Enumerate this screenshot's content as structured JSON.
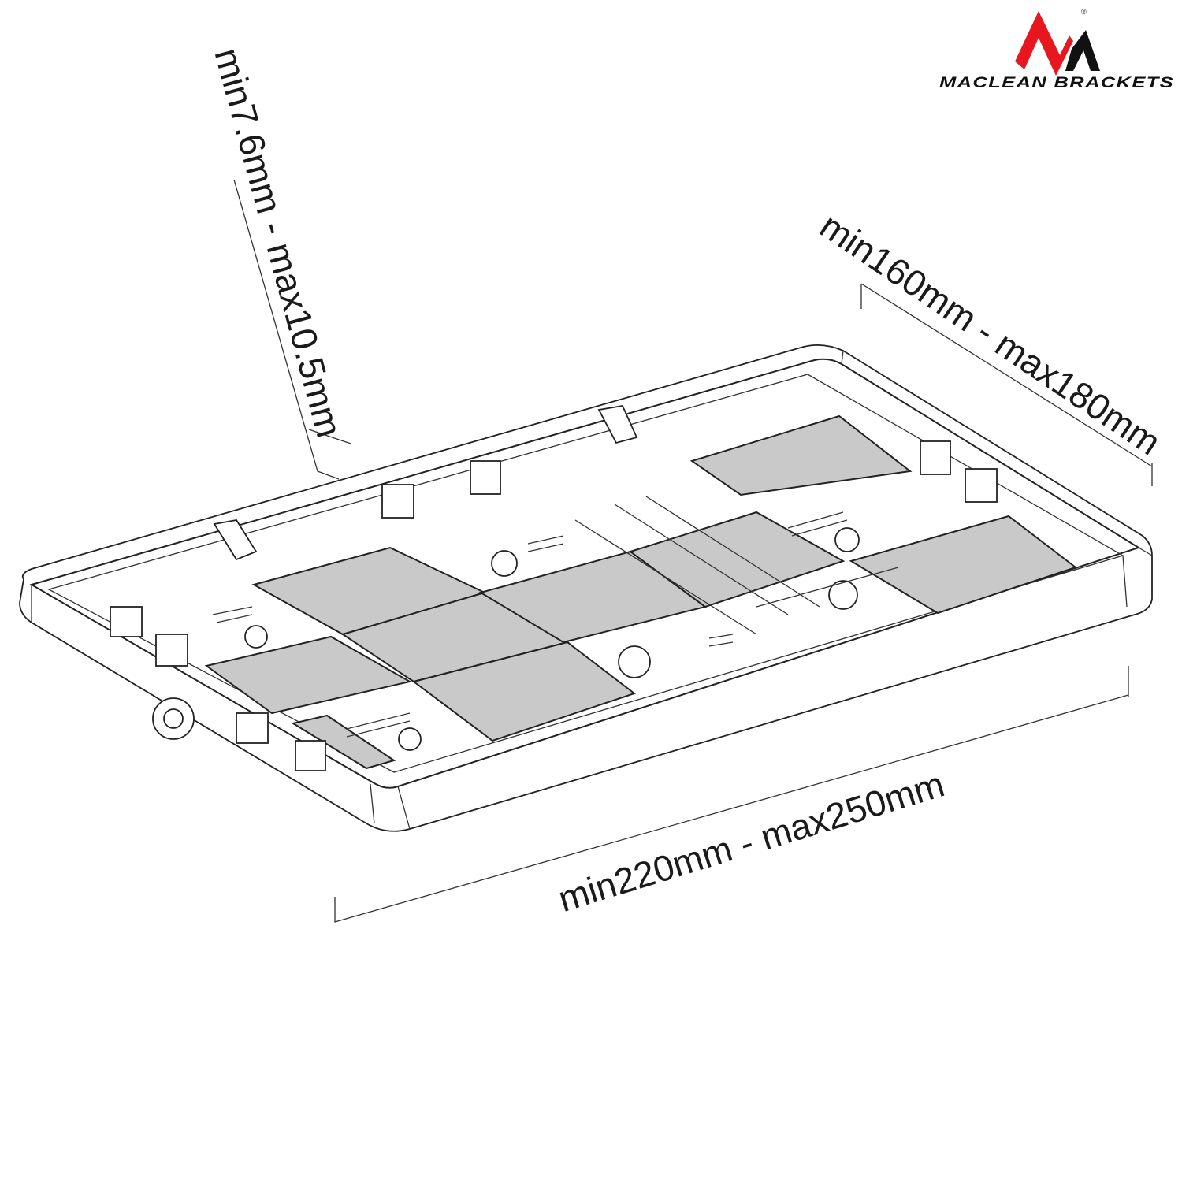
{
  "logo": {
    "brand": "MACLEAN BRACKETS",
    "registered": "®",
    "colors": {
      "red": "#e8161e",
      "black": "#111111"
    }
  },
  "dimensions": {
    "thickness": "min7.6mm - max10.5mm",
    "height": "min160mm - max180mm",
    "width": "min220mm - max250mm"
  }
}
